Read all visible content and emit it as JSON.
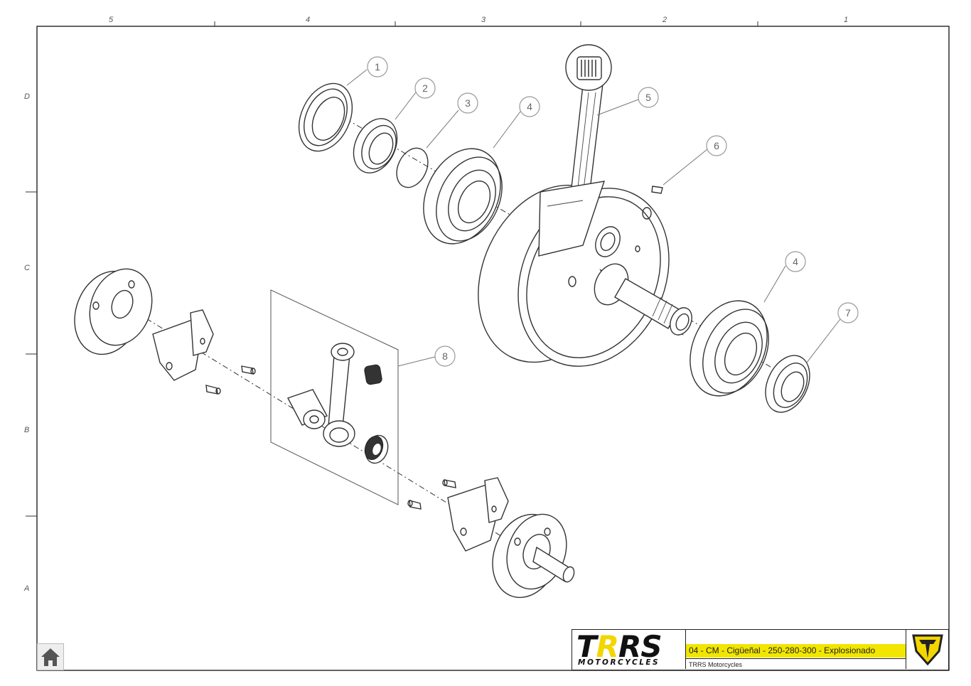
{
  "zones": {
    "columns": [
      "5",
      "4",
      "3",
      "2",
      "1"
    ],
    "rows": [
      "D",
      "C",
      "B",
      "A"
    ]
  },
  "callouts": [
    {
      "number": "1",
      "part": "seal"
    },
    {
      "number": "2",
      "part": "bearing"
    },
    {
      "number": "3",
      "part": "o-ring"
    },
    {
      "number": "4",
      "part": "bearing"
    },
    {
      "number": "5",
      "part": "crankshaft"
    },
    {
      "number": "6",
      "part": "key"
    },
    {
      "number": "4",
      "part": "bearing"
    },
    {
      "number": "7",
      "part": "seal"
    },
    {
      "number": "8",
      "part": "connecting-rod-kit"
    }
  ],
  "title_block": {
    "brand_name_start": "T",
    "brand_name_r": "R",
    "brand_name_end": "RS",
    "brand_sub": "MOTORCYCLES",
    "document_title": "04 - CM - Cigüeñal - 250-280-300 - Explosionado",
    "company": "TRRS Motorcycles"
  },
  "colors": {
    "accent": "#f2e600",
    "line": "#222222"
  },
  "icons": {
    "home": "home-icon",
    "logo": "trrs-shield-icon"
  }
}
